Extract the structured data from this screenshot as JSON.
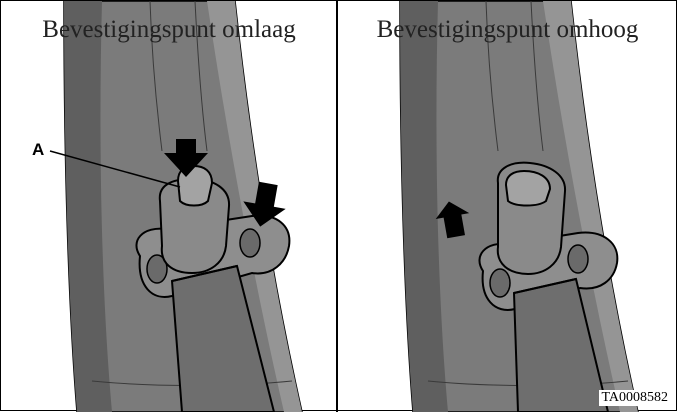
{
  "panels": {
    "left": {
      "title": "Bevestigingspunt omlaag",
      "callout": "A"
    },
    "right": {
      "title": "Bevestigingspunt omhoog"
    }
  },
  "figure_code": "TA0008582",
  "colors": {
    "pillar": "#7a7a7a",
    "pillar_dark": "#5a5a5a",
    "pillar_light": "#9a9a9a",
    "belt": "#6e6e6e",
    "anchor": "#8c8c8c",
    "arrow": "#000000",
    "outline": "#000000"
  },
  "icons": [
    "arrow-down-icon",
    "arrow-up-icon"
  ]
}
